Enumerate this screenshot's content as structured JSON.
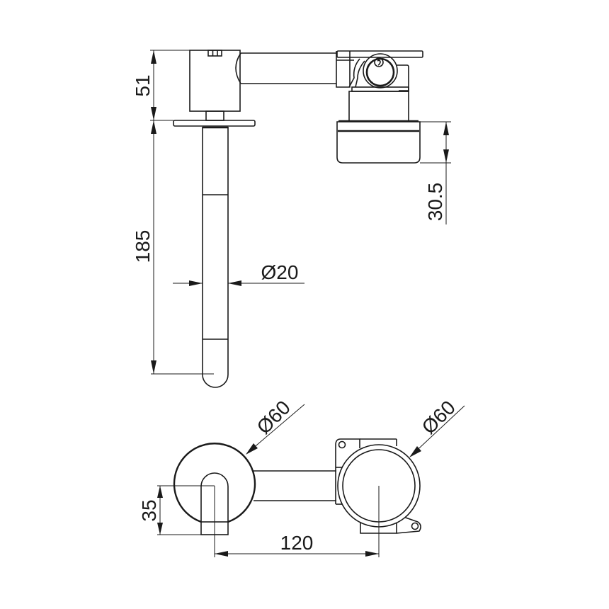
{
  "drawing": {
    "title": "Wall mixer with spout - technical drawing",
    "views": [
      "side-elevation",
      "front-elevation"
    ],
    "stroke_color": "#1a1a1a",
    "background": "#ffffff"
  },
  "dimensions": {
    "side_view": {
      "body_height": "51",
      "spout_length": "185",
      "spout_diameter": "Ø20",
      "handle_height": "30.5"
    },
    "front_view": {
      "spout_plate_diameter": "Ø60",
      "valve_plate_diameter": "Ø60",
      "spout_offset": "35",
      "center_distance": "120"
    }
  }
}
